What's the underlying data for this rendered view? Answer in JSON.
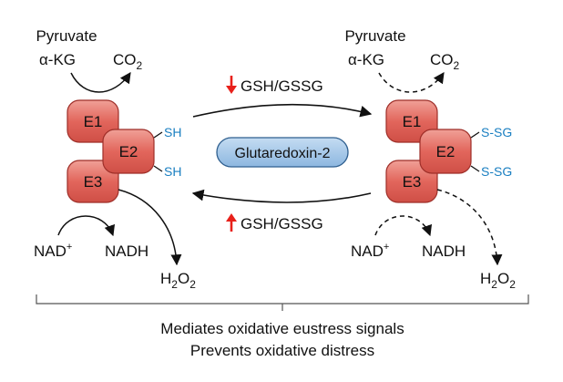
{
  "left": {
    "pyruvate": "Pyruvate",
    "akg": "α-KG",
    "co2": {
      "base": "CO",
      "sub": "2"
    },
    "enzymes": [
      "E1",
      "E2",
      "E3"
    ],
    "thiols": [
      "SH",
      "SH"
    ],
    "nad": {
      "base": "NAD",
      "sup": "+"
    },
    "nadh": "NADH",
    "h2o2": {
      "h": "H",
      "sub1": "2",
      "o": "O",
      "sub2": "2"
    }
  },
  "right": {
    "pyruvate": "Pyruvate",
    "akg": "α-KG",
    "co2": {
      "base": "CO",
      "sub": "2"
    },
    "enzymes": [
      "E1",
      "E2",
      "E3"
    ],
    "thiols": [
      "S-SG",
      "S-SG"
    ],
    "nad": {
      "base": "NAD",
      "sup": "+"
    },
    "nadh": "NADH",
    "h2o2": {
      "h": "H",
      "sub1": "2",
      "o": "O",
      "sub2": "2"
    }
  },
  "top_arrow": {
    "label": "GSH/GSSG",
    "direction": "down"
  },
  "bottom_arrow": {
    "label": "GSH/GSSG",
    "direction": "up"
  },
  "center_enzyme": "Glutaredoxin-2",
  "caption": [
    "Mediates oxidative eustress signals",
    "Prevents oxidative distress"
  ],
  "colors": {
    "enzyme_fill": "#e2665c",
    "enzyme_stroke": "#9e2e28",
    "thiol_text": "#1a7fc1",
    "glrx_fill": "#9ec3e6",
    "glrx_stroke": "#2f5f8f",
    "trend_arrow": "#e8201a"
  }
}
